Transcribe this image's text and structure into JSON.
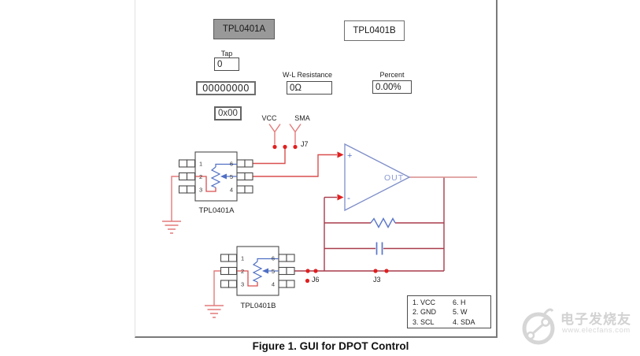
{
  "doc": {
    "caption": "Figure 1. GUI for DPOT Control"
  },
  "gui": {
    "tabs": [
      {
        "label": "TPL0401A",
        "active": true
      },
      {
        "label": "TPL0401B",
        "active": false
      }
    ],
    "tap": {
      "label": "Tap",
      "value": "0"
    },
    "code_binary": {
      "value": "00000000"
    },
    "wl": {
      "label": "W-L Resistance",
      "value": "0Ω"
    },
    "percent": {
      "label": "Percent",
      "value": "0.00%"
    },
    "code_hex": {
      "value": "0x00"
    }
  },
  "sch": {
    "vcc": "VCC",
    "sma": "SMA",
    "j7": "J7",
    "j6": "J6",
    "j3": "J3",
    "chip_a": {
      "name": "TPL0401A",
      "pins": [
        "1",
        "2",
        "3",
        "6",
        "5",
        "4"
      ]
    },
    "chip_b": {
      "name": "TPL0401B",
      "pins": [
        "1",
        "2",
        "3",
        "6",
        "5",
        "4"
      ]
    },
    "opamp": {
      "plus": "+",
      "minus": "-",
      "out": "OUT"
    }
  },
  "legend": {
    "col1": [
      "1. VCC",
      "2. GND",
      "3. SCL"
    ],
    "col2": [
      "6. H",
      "5. W",
      "4. SDA"
    ]
  },
  "watermark": {
    "brand": "电子发烧友",
    "url": "www.elecfans.com"
  },
  "colors": {
    "tab_active_bg": "#999999",
    "wire_red": "#d94f4f",
    "wire_maroon": "#a83c4c",
    "wire_salmon": "#e47a7a",
    "wire_pink": "#d98b8b",
    "dot_red": "#e02020",
    "schematic_blue": "#5b76c9",
    "opamp_blue": "#7d8ec8",
    "watermark_gray": "#d4d4d4"
  }
}
